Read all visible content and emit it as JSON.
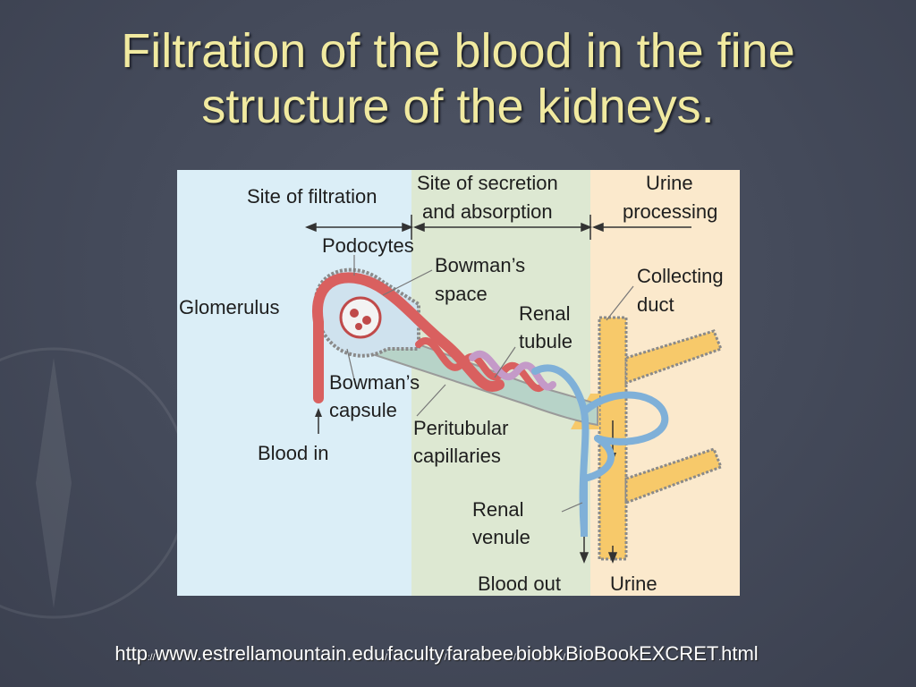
{
  "slide": {
    "title_line1": "Filtration of the blood in the fine",
    "title_line2": "structure of the kidneys."
  },
  "diagram": {
    "zones": {
      "filtration": "Site of filtration",
      "secretion_line1": "Site of secretion",
      "secretion_line2": "and absorption",
      "urine_line1": "Urine",
      "urine_line2": "processing"
    },
    "labels": {
      "podocytes": "Podocytes",
      "bowmans_space_line1": "Bowman’s",
      "bowmans_space_line2": "space",
      "glomerulus": "Glomerulus",
      "renal_tubule_line1": "Renal",
      "renal_tubule_line2": "tubule",
      "collecting_duct_line1": "Collecting",
      "collecting_duct_line2": "duct",
      "bowmans_capsule_line1": "Bowman’s",
      "bowmans_capsule_line2": "capsule",
      "peritubular_line1": "Peritubular",
      "peritubular_line2": "capillaries",
      "blood_in": "Blood in",
      "renal_venule_line1": "Renal",
      "renal_venule_line2": "venule",
      "blood_out": "Blood out",
      "urine": "Urine"
    },
    "colors": {
      "zone_filtration": "#dbeef7",
      "zone_secretion": "#dde8d2",
      "zone_urine": "#fbe9cc",
      "artery": "#d9605f",
      "vein": "#7fb0d8",
      "duct": "#f7c96a",
      "tubule": "#b7d3c8"
    }
  },
  "footer": {
    "part1": "http",
    "sep1": "://",
    "part2": "www.estrellamountain.edu",
    "sep2": "/",
    "part3": "faculty",
    "sep3": "/",
    "part4": "farabee",
    "sep4": "/",
    "part5": "biobk",
    "sep5": "/",
    "part6": "BioBookEXCRET",
    "sep6": ".",
    "part7": "html"
  }
}
